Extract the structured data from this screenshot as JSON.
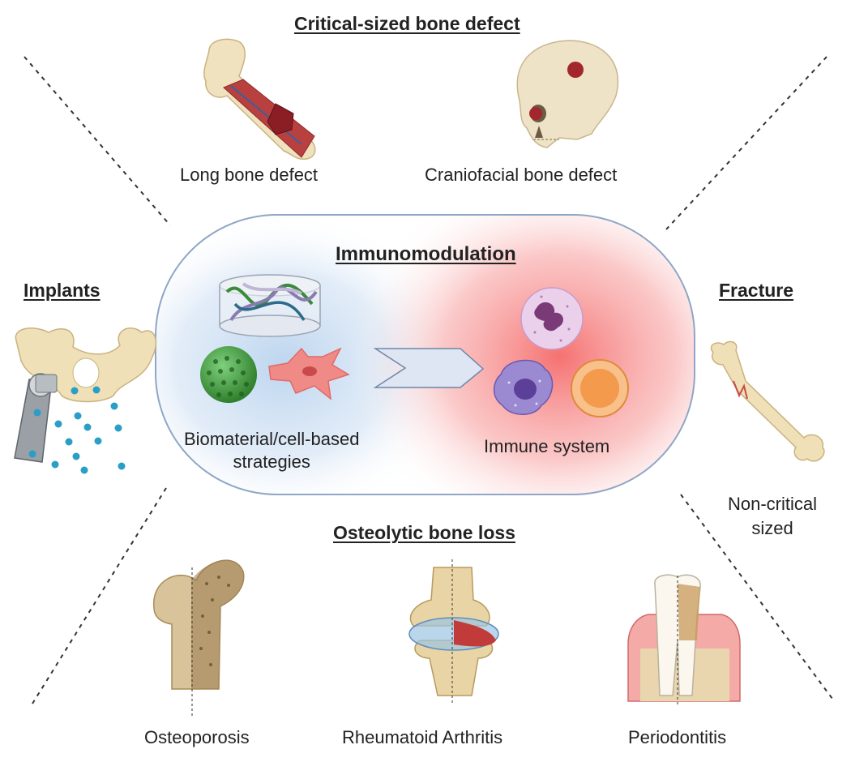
{
  "headings": {
    "critical": "Critical-sized bone defect",
    "implants": "Implants",
    "fracture": "Fracture",
    "osteolytic": "Osteolytic bone loss",
    "center": "Immunomodulation"
  },
  "labels": {
    "long_bone": "Long bone defect",
    "craniofacial": "Craniofacial bone defect",
    "biomaterial_line1": "Biomaterial/cell-based",
    "biomaterial_line2": "strategies",
    "immune": "Immune system",
    "noncritical_line1": "Non-critical",
    "noncritical_line2": "sized",
    "osteoporosis": "Osteoporosis",
    "ra": "Rheumatoid Arthritis",
    "periodontitis": "Periodontitis"
  },
  "colors": {
    "bone": "#efe0b8",
    "bone_outline": "#c9b27e",
    "defect": "#a3262c",
    "biomaterial_glow": "#b9d3ee",
    "immune_glow": "#f56a6a",
    "capsule_border": "#8fa6c6",
    "arrow_fill": "#dde6f2",
    "green_sphere": "#3c9a3a",
    "fibroblast": "#f08a86",
    "neutrophil": "#d9a8d8",
    "macrophage": "#7a62b8",
    "lymphocyte": "#f5a45a",
    "particles": "#2b9ec7",
    "gum": "#e58a8a"
  },
  "icons": [
    "long-bone-icon",
    "skull-icon",
    "pelvis-implant-icon",
    "fractured-femur-icon",
    "hydrogel-scaffold-icon",
    "microsphere-icon",
    "fibroblast-icon",
    "neutrophil-icon",
    "macrophage-icon",
    "lymphocyte-icon",
    "osteoporotic-femur-icon",
    "arthritic-knee-icon",
    "tooth-periodontitis-icon"
  ]
}
